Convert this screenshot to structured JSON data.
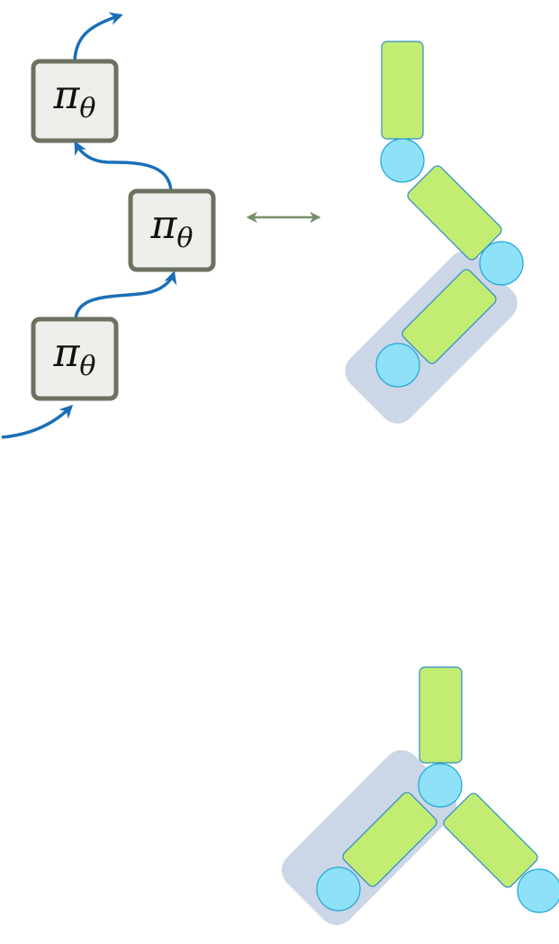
{
  "policy": {
    "symbol": "π",
    "subscript": "θ"
  },
  "colors": {
    "box_fill": "#eeefea",
    "box_stroke": "#6b7260",
    "arrow": "#1a6fb7",
    "bidirectional_arrow": "#76906a",
    "segment_fill": "#c2ec72",
    "segment_stroke": "#2e8bc8",
    "joint_fill": "#8fe1f7",
    "joint_stroke": "#1da5d8",
    "highlight": "#cbd6e6"
  },
  "icons": {
    "connector": "double-headed-arrow"
  }
}
